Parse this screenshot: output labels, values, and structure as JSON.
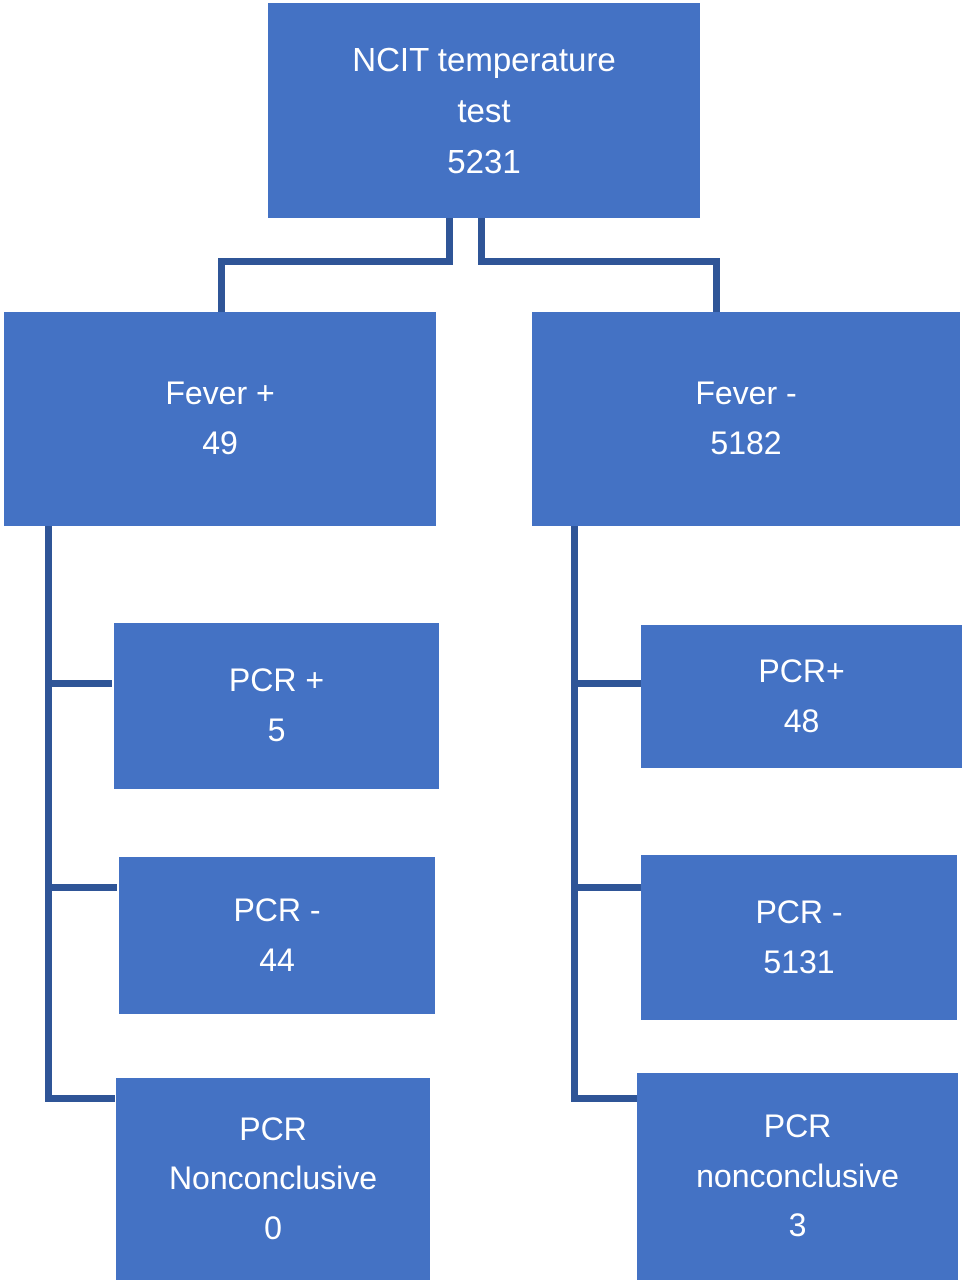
{
  "chart_data": {
    "type": "diagram",
    "subtype": "flowchart-tree",
    "title": "NCIT temperature test screening and PCR outcome flowchart",
    "orientation": "top-down",
    "box_color": "#4472C4",
    "connector_color": "#2F5597",
    "text_color": "#FFFFFF",
    "background_color": "#FFFFFF",
    "nodes": [
      {
        "id": "root",
        "label": "NCIT temperature test",
        "value": 5231,
        "level": 0
      },
      {
        "id": "fever_pos",
        "label": "Fever +",
        "value": 49,
        "level": 1,
        "parent": "root"
      },
      {
        "id": "fever_neg",
        "label": "Fever -",
        "value": 5182,
        "level": 1,
        "parent": "root"
      },
      {
        "id": "fp_pcr_pos",
        "label": "PCR +",
        "value": 5,
        "level": 2,
        "parent": "fever_pos"
      },
      {
        "id": "fp_pcr_neg",
        "label": "PCR -",
        "value": 44,
        "level": 2,
        "parent": "fever_pos"
      },
      {
        "id": "fp_pcr_non",
        "label": "PCR Nonconclusive",
        "value": 0,
        "level": 2,
        "parent": "fever_pos"
      },
      {
        "id": "fn_pcr_pos",
        "label": "PCR+",
        "value": 48,
        "level": 2,
        "parent": "fever_neg"
      },
      {
        "id": "fn_pcr_neg",
        "label": "PCR -",
        "value": 5131,
        "level": 2,
        "parent": "fever_neg"
      },
      {
        "id": "fn_pcr_non",
        "label": "PCR nonconclusive",
        "value": 3,
        "level": 2,
        "parent": "fever_neg"
      }
    ]
  },
  "nodes": {
    "root": {
      "line1": "NCIT temperature",
      "line2": "test",
      "count": "5231"
    },
    "fever_pos": {
      "line1": "Fever +",
      "count": "49"
    },
    "fever_neg": {
      "line1": "Fever -",
      "count": "5182"
    },
    "left_pcr_pos": {
      "line1": "PCR +",
      "count": "5"
    },
    "left_pcr_neg": {
      "line1": "PCR -",
      "count": "44"
    },
    "left_pcr_nonconclusive": {
      "line1": "PCR",
      "line2": "Nonconclusive",
      "count": "0"
    },
    "right_pcr_pos": {
      "line1": "PCR+",
      "count": "48"
    },
    "right_pcr_neg": {
      "line1": "PCR -",
      "count": "5131"
    },
    "right_pcr_nonconclusive": {
      "line1": "PCR",
      "line2": "nonconclusive",
      "count": "3"
    }
  }
}
